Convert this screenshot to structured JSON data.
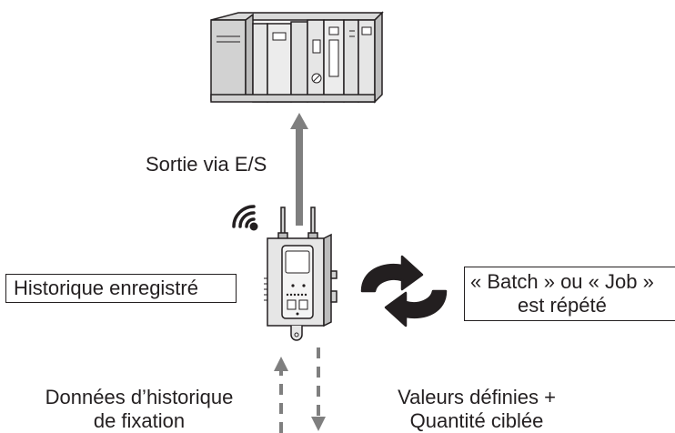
{
  "labels": {
    "output": "Sortie via E/S",
    "history_box": "Historique enregistré",
    "repeat_line1": "« Batch » ou « Job »",
    "repeat_line2": "est répété",
    "left_bottom_line1": "Données d’historique",
    "left_bottom_line2": "de fixation",
    "right_bottom_line1": "Valeurs définies +",
    "right_bottom_line2": "Quantité ciblée"
  },
  "icons": {
    "plc": "plc-rack-icon",
    "controller": "wireless-controller-icon",
    "wireless": "wireless-signal-icon",
    "cycle": "cycle-arrows-icon"
  },
  "colors": {
    "line": "#231f20",
    "arrow_gray": "#7f7f7f",
    "device_fill": "#e6e6e6",
    "device_dark": "#bcbcbc"
  }
}
